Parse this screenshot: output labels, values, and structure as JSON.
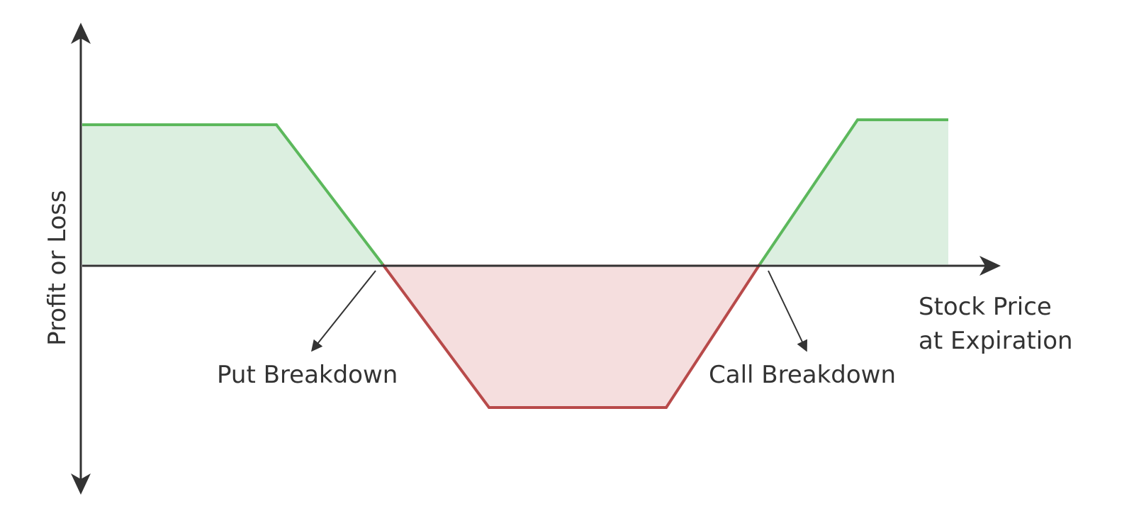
{
  "diagram": {
    "axis_labels": {
      "y": "Profit or Loss",
      "x_line1": "Stock Price",
      "x_line2": "at Expiration"
    },
    "annotations": {
      "put": "Put Breakdown",
      "call": "Call Breakdown"
    },
    "colors": {
      "axis": "#333333",
      "profit_line": "#5cb85c",
      "profit_fill": "#dcefe0",
      "loss_line": "#b84a4a",
      "loss_fill": "#f5dede"
    }
  }
}
